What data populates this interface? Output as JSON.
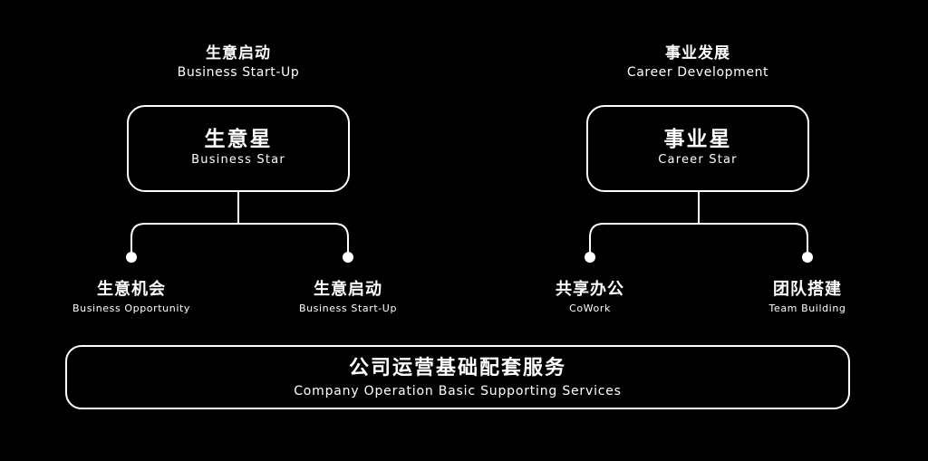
{
  "left_group": {
    "heading": {
      "zh": "生意启动",
      "en": "Business Start-Up"
    },
    "box": {
      "zh": "生意星",
      "en": "Business Star"
    },
    "leaves": [
      {
        "zh": "生意机会",
        "en": "Business Opportunity"
      },
      {
        "zh": "生意启动",
        "en": "Business Start-Up"
      }
    ]
  },
  "right_group": {
    "heading": {
      "zh": "事业发展",
      "en": "Career Development"
    },
    "box": {
      "zh": "事业星",
      "en": "Career Star"
    },
    "leaves": [
      {
        "zh": "共享办公",
        "en": "CoWork"
      },
      {
        "zh": "团队搭建",
        "en": "Team Building"
      }
    ]
  },
  "bottom_bar": {
    "zh": "公司运营基础配套服务",
    "en": "Company Operation Basic Supporting Services"
  },
  "colors": {
    "background": "#000000",
    "foreground": "#ffffff"
  }
}
